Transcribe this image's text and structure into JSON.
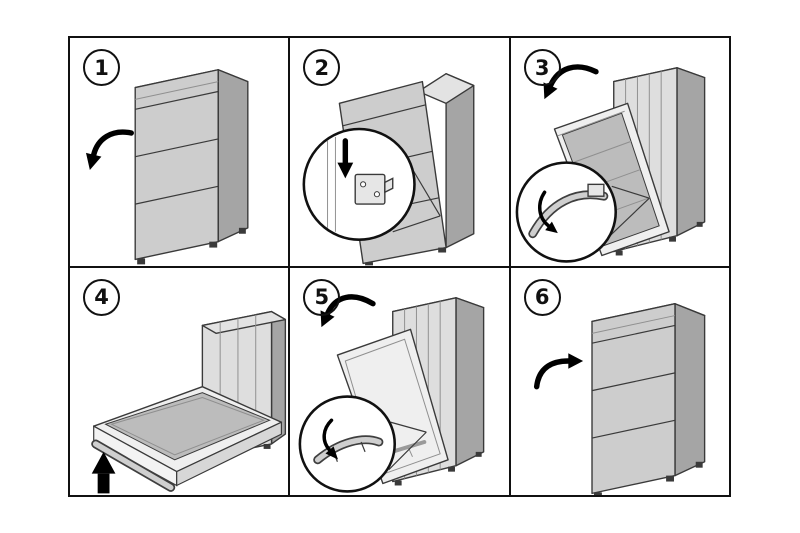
{
  "grid": {
    "rows": 2,
    "columns": 3
  },
  "steps": [
    {
      "number": "1",
      "icon": "closed-cabinet-open-direction-arrow"
    },
    {
      "number": "2",
      "icon": "tilting-cabinet-latch-detail-down-arrow"
    },
    {
      "number": "3",
      "icon": "bed-lowering-rotate-arrow-mechanism-detail"
    },
    {
      "number": "4",
      "icon": "bed-fully-open-support-leg-up-arrow"
    },
    {
      "number": "5",
      "icon": "bed-raising-rotate-arrow-leg-fold-detail"
    },
    {
      "number": "6",
      "icon": "closed-cabinet-close-direction-arrow"
    }
  ],
  "colors": {
    "background": "#ffffff",
    "border": "#111111",
    "line": "#3a3a3a",
    "line_light": "#909090",
    "cabinet_top": "#e3e3e3",
    "cabinet_side": "#a5a5a5",
    "cabinet_front": "#cdcdcd",
    "cabinet_interior": "#dedede",
    "bed_panel": "#efefef",
    "mattress": "#bcbcbc",
    "mattress_stripe": "#8f8f8f",
    "arrow": "#000000"
  }
}
